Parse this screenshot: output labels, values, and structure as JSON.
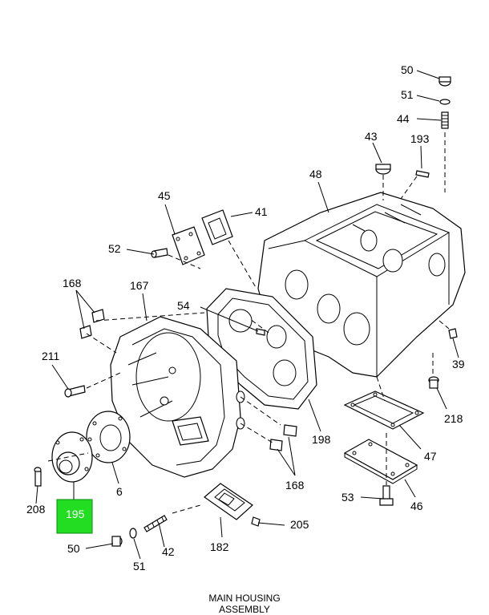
{
  "caption": {
    "line1": "MAIN HOUSING",
    "line2": "ASSEMBLY"
  },
  "highlight_color": "#22dd22",
  "highlighted_part": "195",
  "labels": {
    "p50_top": "50",
    "p51_top": "51",
    "p44": "44",
    "p43": "43",
    "p193": "193",
    "p48": "48",
    "p45": "45",
    "p41": "41",
    "p52": "52",
    "p54": "54",
    "p168_top": "168",
    "p167": "167",
    "p211": "211",
    "p39": "39",
    "p218": "218",
    "p198": "198",
    "p47": "47",
    "p208": "208",
    "p6": "6",
    "p195": "195",
    "p168_bottom": "168",
    "p53": "53",
    "p46": "46",
    "p205": "205",
    "p182": "182",
    "p50_bottom": "50",
    "p42": "42",
    "p51_bottom": "51"
  }
}
